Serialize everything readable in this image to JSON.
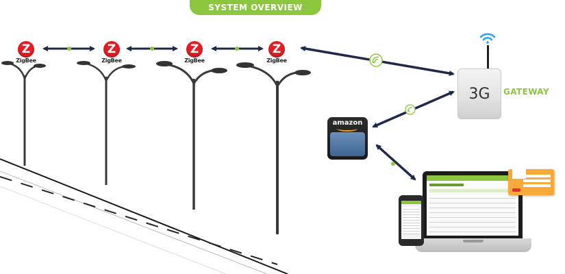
{
  "banner": {
    "title": "SYSTEM OVERVIEW"
  },
  "zigbee": {
    "label": "ZigBee"
  },
  "gateway": {
    "device_text": "3G",
    "label": "GATEWAY"
  },
  "cloud": {
    "label": "amazon"
  },
  "colors": {
    "accent": "#8cc63f",
    "arrow": "#1f2a4a",
    "zigbee_red": "#e51e25",
    "pole": "#3a3a3a",
    "wifi": "#2aa3e8",
    "card": "#f7a93a"
  },
  "icons": {
    "wireless_link": "wireless-signal-icon",
    "gateway_wifi": "wifi-icon"
  }
}
